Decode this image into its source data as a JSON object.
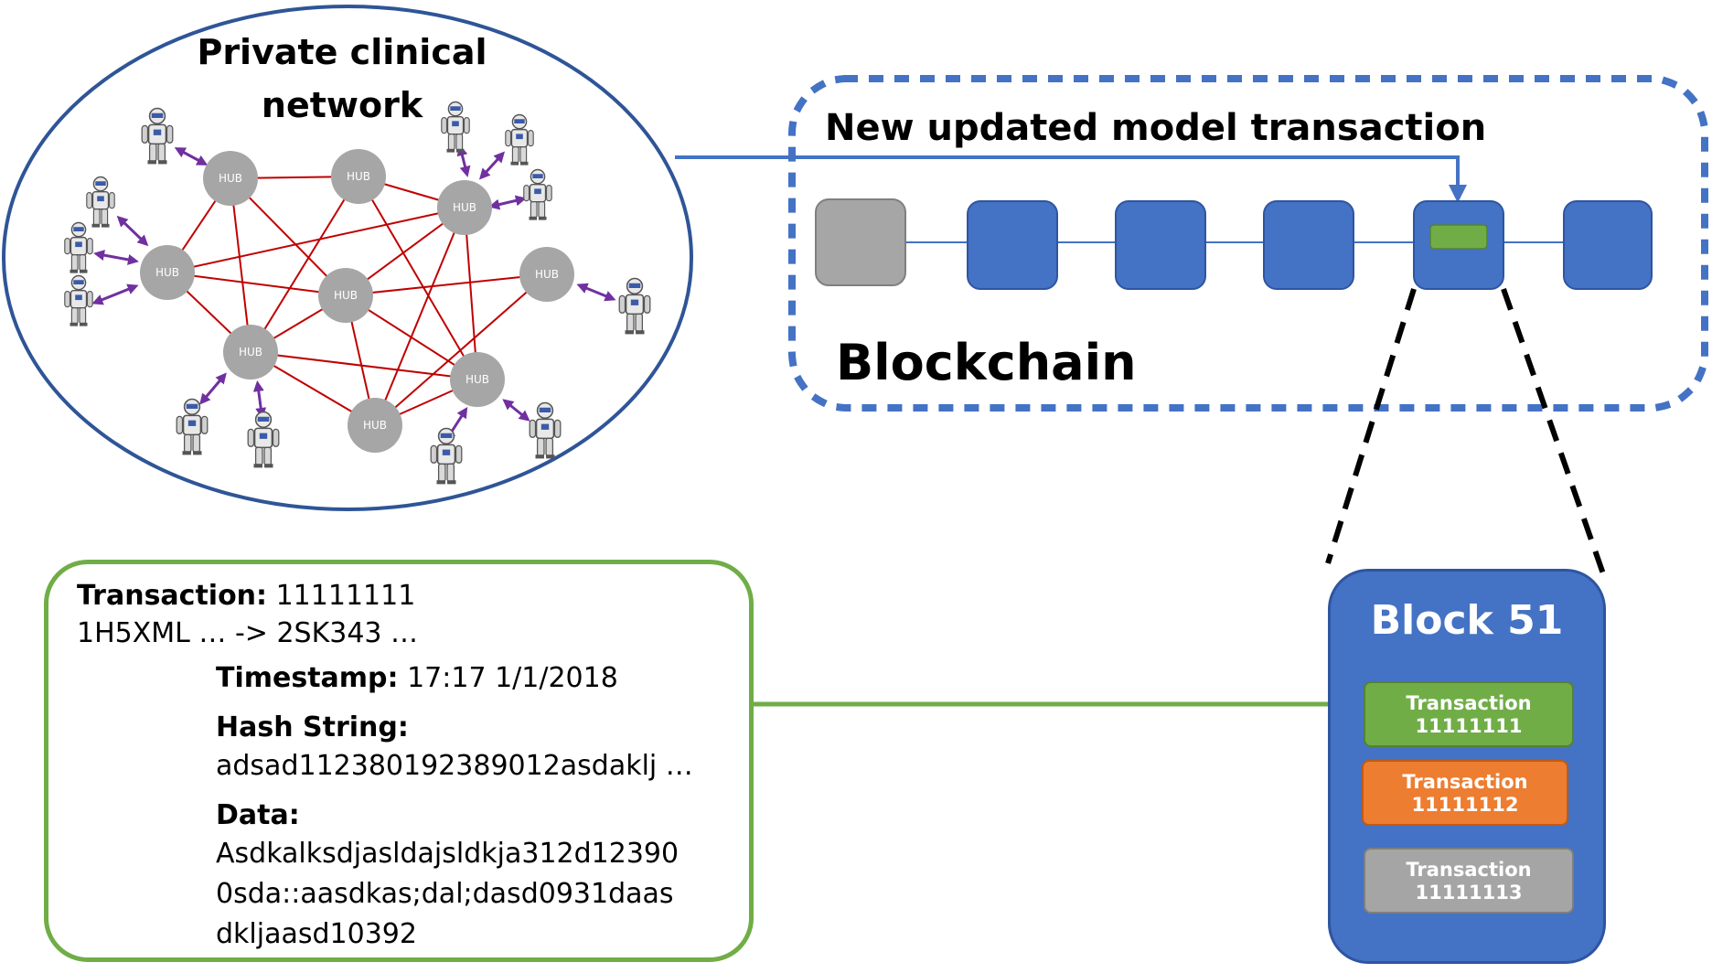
{
  "network": {
    "title_line1": "Private clinical",
    "title_line2": "network",
    "hub_label": "HUB"
  },
  "blockchain": {
    "caption": "New updated model transaction",
    "label": "Blockchain"
  },
  "detail": {
    "transaction_label": "Transaction:",
    "transaction_value": "11111111",
    "addresses": "1H5XML … -> 2SK343 …",
    "timestamp_label": "Timestamp:",
    "timestamp_value": "17:17 1/1/2018",
    "hash_label": "Hash String:",
    "hash_value": "adsad112380192389012asdaklj …",
    "data_label": "Data:",
    "data_line1": "Asdkalksdjasldajsldkja312d12390",
    "data_line2": "0sda::aasdkas;dal;dasd0931daas",
    "data_line3": "dkljaasd10392"
  },
  "block": {
    "title": "Block 51",
    "transactions": [
      {
        "label": "Transaction",
        "id": "11111111",
        "color": "#70ad47"
      },
      {
        "label": "Transaction",
        "id": "11111112",
        "color": "#ed7d31"
      },
      {
        "label": "Transaction",
        "id": "11111113",
        "color": "#a5a5a5"
      }
    ]
  },
  "colors": {
    "network_border": "#2f5597",
    "hub_fill": "#a6a6a6",
    "hub_link": "#c00000",
    "agent_link": "#7030a0",
    "block_fill": "#4472c4",
    "genesis_block": "#a6a6a6",
    "highlight_txn": "#70ad47",
    "dotted_border": "#4472c4"
  }
}
